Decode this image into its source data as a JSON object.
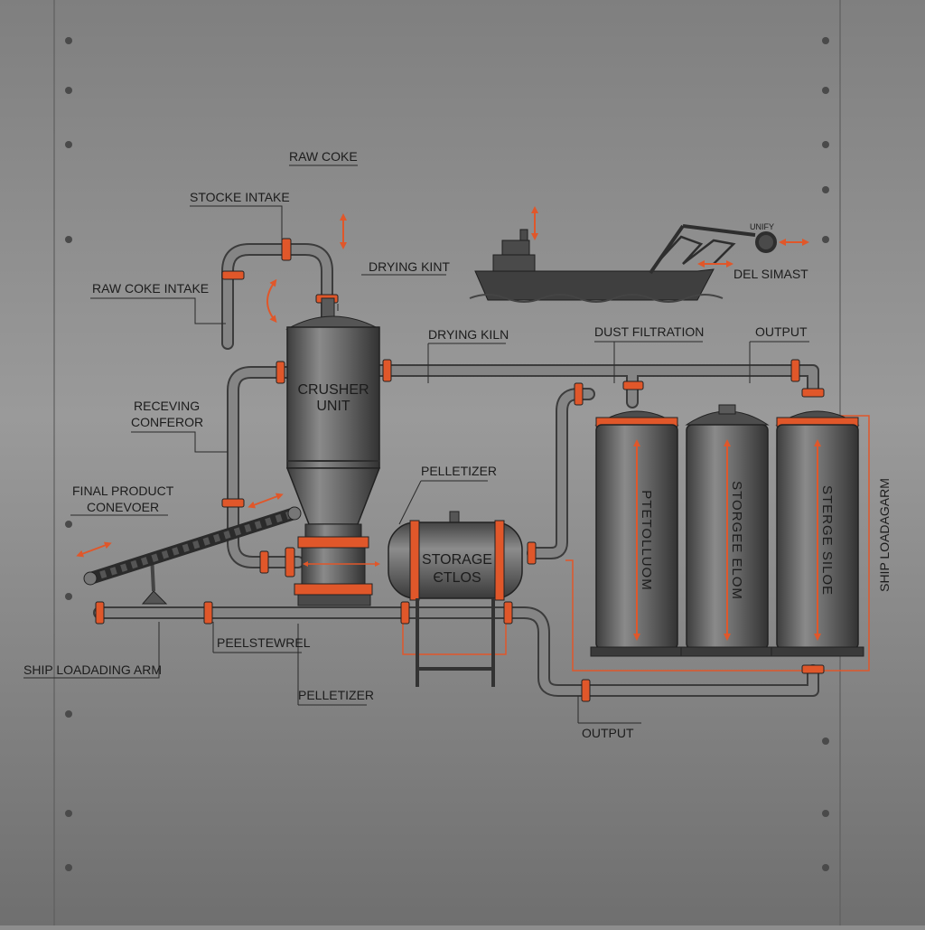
{
  "colors": {
    "panel": "#8d8d8d",
    "pipe": "#6e6e6e",
    "flange": "#e0572a",
    "arrow": "#e0572a",
    "text": "#1c1c1c",
    "leader": "#2a2a2a"
  },
  "labels": {
    "raw_coke": "RAW COKE",
    "stocke_intake": "STOCKE INTAKE",
    "raw_coke_intake": "RAW COKE INTAKE",
    "drying_kint": "DRYING KINT",
    "drying_kiln": "DRYING KILN",
    "dust_filtration": "DUST FILTRATION",
    "output_top": "OUTPUT",
    "receving_line1": "RECEVING",
    "receving_line2": "CONFEROR",
    "final_product_line1": "FINAL PRODUCT",
    "final_product_line2": "CONEVOER",
    "pelletizer_top": "PELLETIZER",
    "peelstewrel": "PEELSTEWREL",
    "ship_loading_arm_left": "SHIP LOADADING ARM",
    "pelletizer_bottom": "PELLETIZER",
    "output_bottom": "OUTPUT",
    "del_simast": "DEL SIMAST",
    "unify": "UNIFY",
    "ship_loading_arm_right": "SHIP LOADAGARM"
  },
  "equipment": {
    "crusher_line1": "CRUSHER",
    "crusher_line2": "UNIT",
    "storage_line1": "STORAGE",
    "storage_line2": "ЄTLOS",
    "silo1": "PTETOLLUOM",
    "silo2": "STORGEE ELOM",
    "silo3": "STERGE SILOE"
  },
  "icons": [
    "ship-icon",
    "loading-crane-icon",
    "flow-arrow-icon",
    "rivet-icon"
  ]
}
